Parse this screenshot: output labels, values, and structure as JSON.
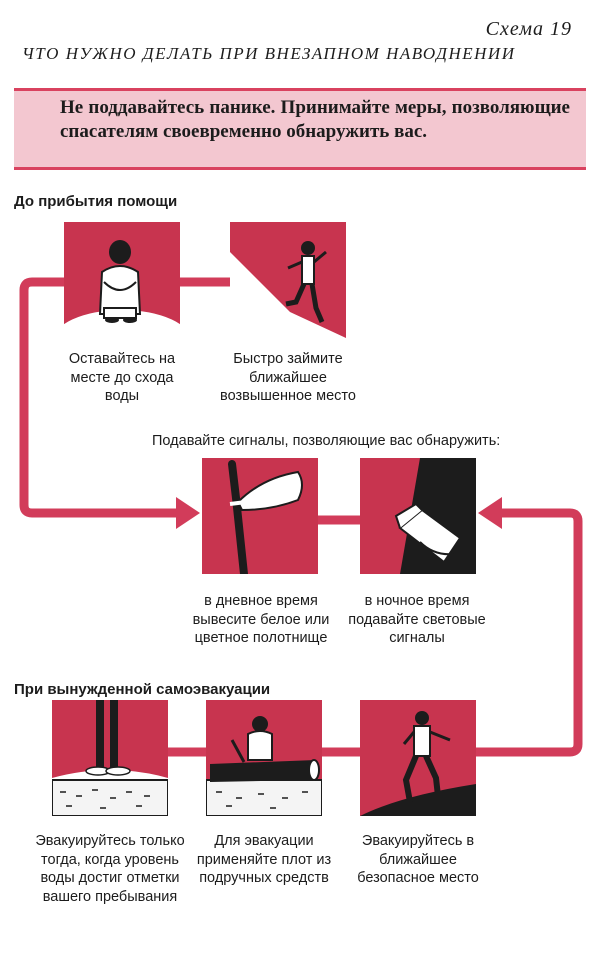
{
  "header": {
    "scheme_number": "Схема 19",
    "title": "ЧТО НУЖНО ДЕЛАТЬ ПРИ ВНЕЗАПНОМ НАВОДНЕНИИ"
  },
  "banner": {
    "text": "Не поддавайтесь панике. Принимайте меры, позволяющие спасателям своевременно обнаружить вас."
  },
  "section_before_help": {
    "title": "До прибытия помощи",
    "steps": [
      {
        "caption": "Оставайтесь на месте до схода воды",
        "icon": "person-sitting-icon"
      },
      {
        "caption": "Быстро займите ближайшее возвышенное место",
        "icon": "person-climbing-icon"
      }
    ]
  },
  "signals": {
    "title": "Подавайте сигналы, позволяющие вас обнаружить:",
    "steps": [
      {
        "caption": "в дневное время вывесите белое или цветное полотнище",
        "icon": "white-flag-icon"
      },
      {
        "caption": "в ночное время подавайте световые сигналы",
        "icon": "flashlight-icon"
      }
    ]
  },
  "section_self_evac": {
    "title": "При вынужденной самоэвакуации",
    "steps": [
      {
        "caption": "Эвакуируйтесь только тогда, когда уровень воды достиг отметки вашего пребывания",
        "icon": "person-standing-water-icon"
      },
      {
        "caption": "Для эвакуации применяйте плот из подручных средств",
        "icon": "person-on-raft-icon"
      },
      {
        "caption": "Эвакуируйтесь в ближайшее безопасное место",
        "icon": "person-walking-icon"
      }
    ]
  },
  "colors": {
    "accent": "#d23c5a",
    "panel_fill": "#c8344f",
    "banner_bg": "#f3c7d0",
    "dark": "#1c1c1c"
  }
}
